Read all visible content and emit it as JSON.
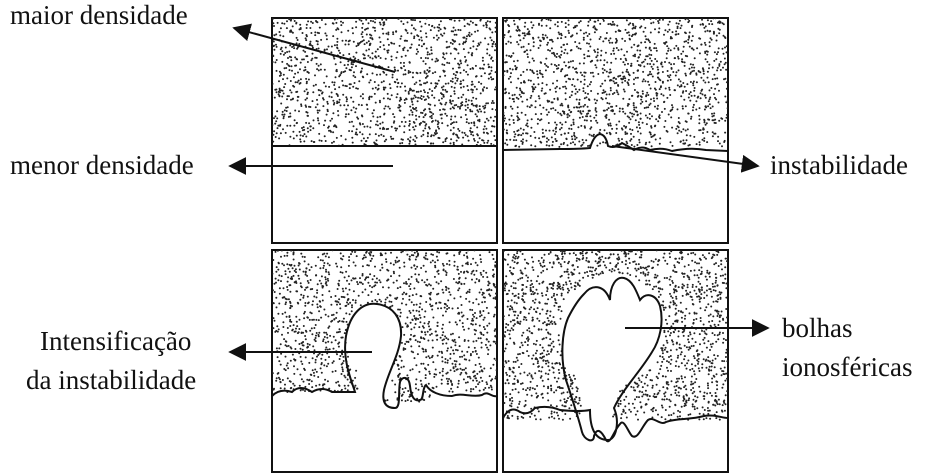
{
  "labels": {
    "maior_densidade": "maior densidade",
    "menor_densidade": "menor densidade",
    "instabilidade": "instabilidade",
    "intensificacao_line1": "Intensificação",
    "intensificacao_line2": "da instabilidade",
    "bolhas_line1": "bolhas",
    "bolhas_line2": "ionosféricas"
  },
  "colors": {
    "ink": "#111111",
    "background": "#ffffff",
    "stipple": "#222222"
  }
}
